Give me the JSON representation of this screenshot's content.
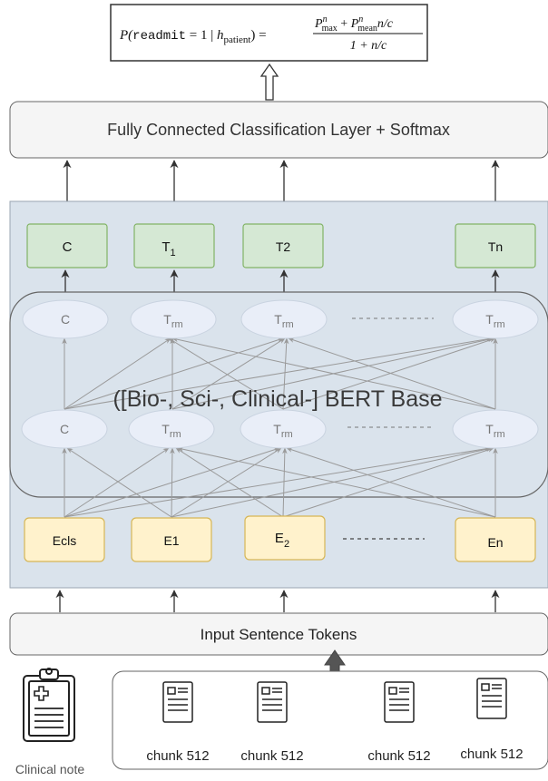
{
  "formula": {
    "lhs_P": "P(",
    "lhs_var": "readmit",
    "lhs_eq": " = 1 | ",
    "lhs_h": "h",
    "lhs_sub": "patient",
    "lhs_close": ") =",
    "num_P1": "P",
    "num_sup1": "n",
    "num_sub1": "max",
    "num_plus": " + ",
    "num_P2": "P",
    "num_sup2": "n",
    "num_sub2": "mean",
    "num_tail": "n/c",
    "den": "1 + n/c"
  },
  "classification_layer": "Fully Connected Classification Layer + Softmax",
  "outputs": [
    {
      "main": "C",
      "sub": ""
    },
    {
      "main": "T",
      "sub": "1"
    },
    {
      "main": "T2",
      "sub": ""
    },
    {
      "main": "Tn",
      "sub": ""
    }
  ],
  "bert_label": "([Bio-, Sci-, Clinical-] BERT Base",
  "trm_nodes": {
    "c": "C",
    "trm_main": "T",
    "trm_sub": "rm"
  },
  "embeddings": [
    {
      "main": "Ecls",
      "sub": ""
    },
    {
      "main": "E1",
      "sub": ""
    },
    {
      "main": "E",
      "sub": "2"
    },
    {
      "main": "En",
      "sub": ""
    }
  ],
  "input_tokens": "Input Sentence Tokens",
  "clinical_note": "Clinical note",
  "chunks": [
    "chunk 512",
    "chunk 512",
    "chunk 512",
    "chunk 512"
  ],
  "colors": {
    "green_fill": "#d5e8d4",
    "green_stroke": "#82b366",
    "yellow_fill": "#fff2cc",
    "yellow_stroke": "#d6b656",
    "panel_fill": "#dae3ec",
    "node_fill": "#e9eef8"
  }
}
